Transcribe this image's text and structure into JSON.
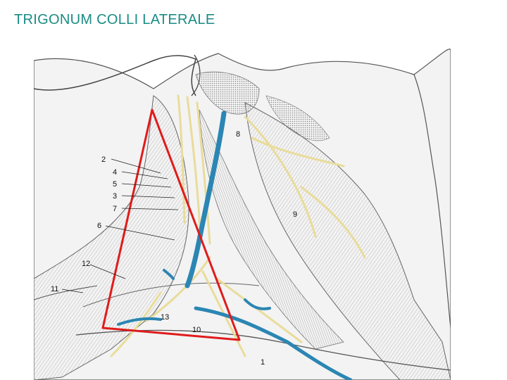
{
  "slide": {
    "title": "TRIGONUM COLLI LATERALE"
  },
  "illustration": {
    "labels": [
      "2",
      "4",
      "5",
      "3",
      "7",
      "6",
      "12",
      "11",
      "13",
      "10",
      "1",
      "8",
      "9"
    ],
    "colors": {
      "triangle": "#e01b1b",
      "vein": "#2b86b3",
      "nerve": "#e9dc9a",
      "title": "#1a8c84"
    }
  }
}
